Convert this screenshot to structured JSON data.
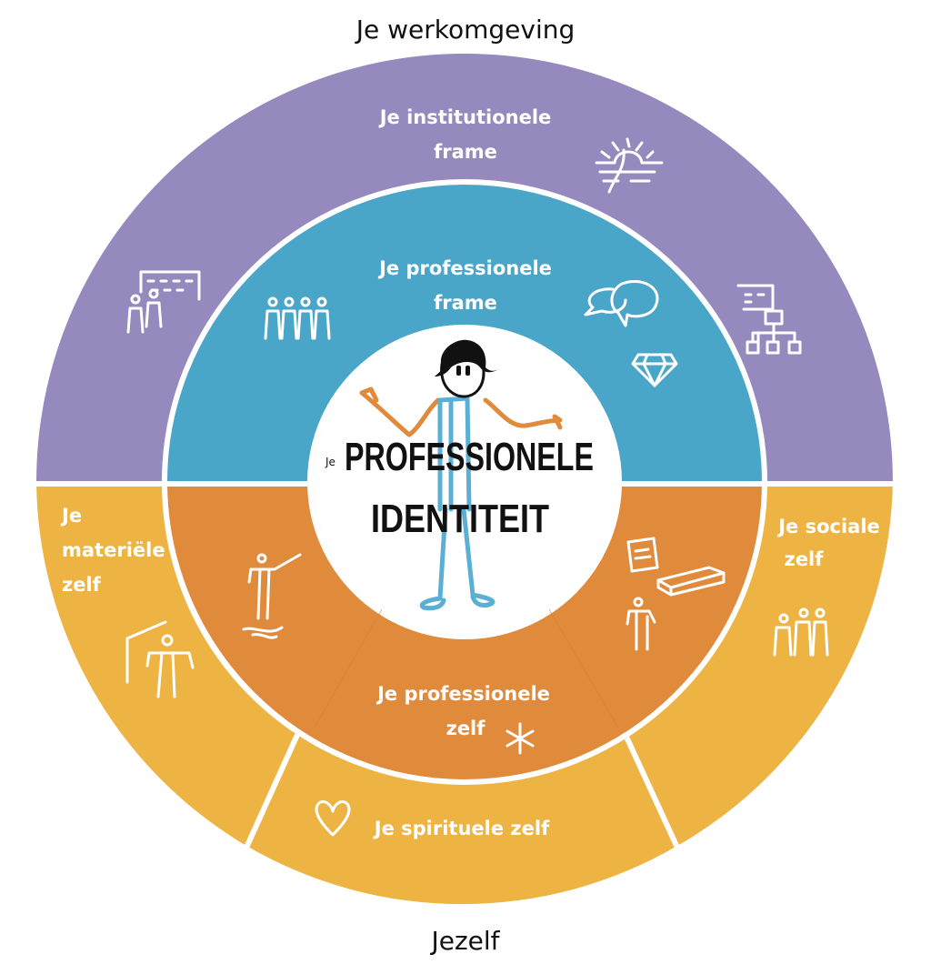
{
  "diagram": {
    "top_title": "Je werkomgeving",
    "bottom_title": "Jezelf",
    "center": {
      "small": "Je",
      "line1": "PROFESSIONELE",
      "line2": "IDENTITEIT"
    },
    "segments": {
      "institutional": {
        "line1": "Je institutionele",
        "line2": "frame"
      },
      "professional_frame": {
        "line1": "Je professionele",
        "line2": "frame"
      },
      "material_self": {
        "line1": "Je",
        "line2": "materiële",
        "line3": "zelf"
      },
      "social_self": {
        "line1": "Je sociale",
        "line2": "zelf"
      },
      "professional_self": {
        "line1": "Je professionele",
        "line2": "zelf"
      },
      "spiritual_self": {
        "line1": "Je spirituele zelf"
      }
    },
    "colors": {
      "purple": "#9689BE",
      "blue": "#4AA6C9",
      "orange": "#E08A3C",
      "yellow": "#EDB443",
      "person_blue": "#5BAFD4",
      "person_orange": "#E08A3C"
    },
    "icons": [
      "sunrise-icon",
      "speech-bubbles-icon",
      "diamond-icon",
      "audience-icon",
      "team-icon",
      "org-chart-icon",
      "presenter-icon",
      "reader-icon",
      "book-icon",
      "frame-person-icon",
      "group-icon",
      "heart-icon",
      "asterisk-icon",
      "person-icon"
    ]
  }
}
